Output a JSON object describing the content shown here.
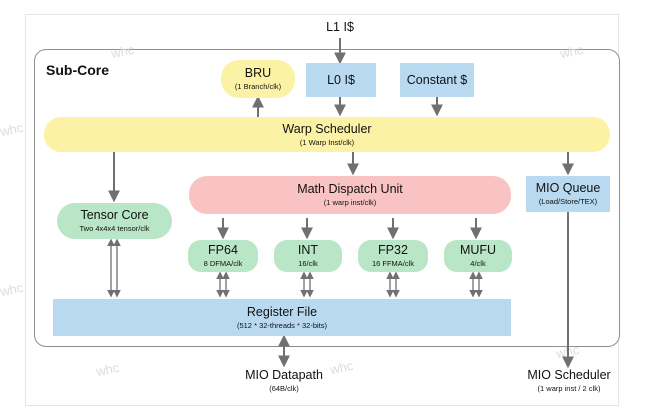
{
  "watermark": "whc",
  "top_label": "L1 I$",
  "subcore_label": "Sub-Core",
  "bru": {
    "title": "BRU",
    "sub": "(1 Branch/clk)"
  },
  "l0": {
    "title": "L0 I$"
  },
  "constant": {
    "title": "Constant $"
  },
  "warp_scheduler": {
    "title": "Warp Scheduler",
    "sub": "(1 Warp Inst/clk)"
  },
  "math_dispatch": {
    "title": "Math Dispatch Unit",
    "sub": "(1 warp inst/clk)"
  },
  "mio_queue": {
    "title": "MIO Queue",
    "sub": "(Load/Store/TEX)"
  },
  "tensor_core": {
    "title": "Tensor Core",
    "sub": "Two 4x4x4 tensor/clk"
  },
  "fp64": {
    "title": "FP64",
    "sub": "8 DFMA/clk"
  },
  "int": {
    "title": "INT",
    "sub": "16/clk"
  },
  "fp32": {
    "title": "FP32",
    "sub": "16 FFMA/clk"
  },
  "mufu": {
    "title": "MUFU",
    "sub": "4/clk"
  },
  "register_file": {
    "title": "Register File",
    "sub": "(512 * 32-threads * 32-bits)"
  },
  "mio_datapath": {
    "title": "MIO Datapath",
    "sub": "(64B/clk)"
  },
  "mio_scheduler": {
    "title": "MIO Scheduler",
    "sub": "(1 warp inst / 2 clk)"
  },
  "colors": {
    "yellow": "#fbf2a6",
    "blue": "#b9d9f1",
    "green": "#b8e6c6",
    "pink": "#f9c3c3",
    "arrow": "#707070"
  }
}
